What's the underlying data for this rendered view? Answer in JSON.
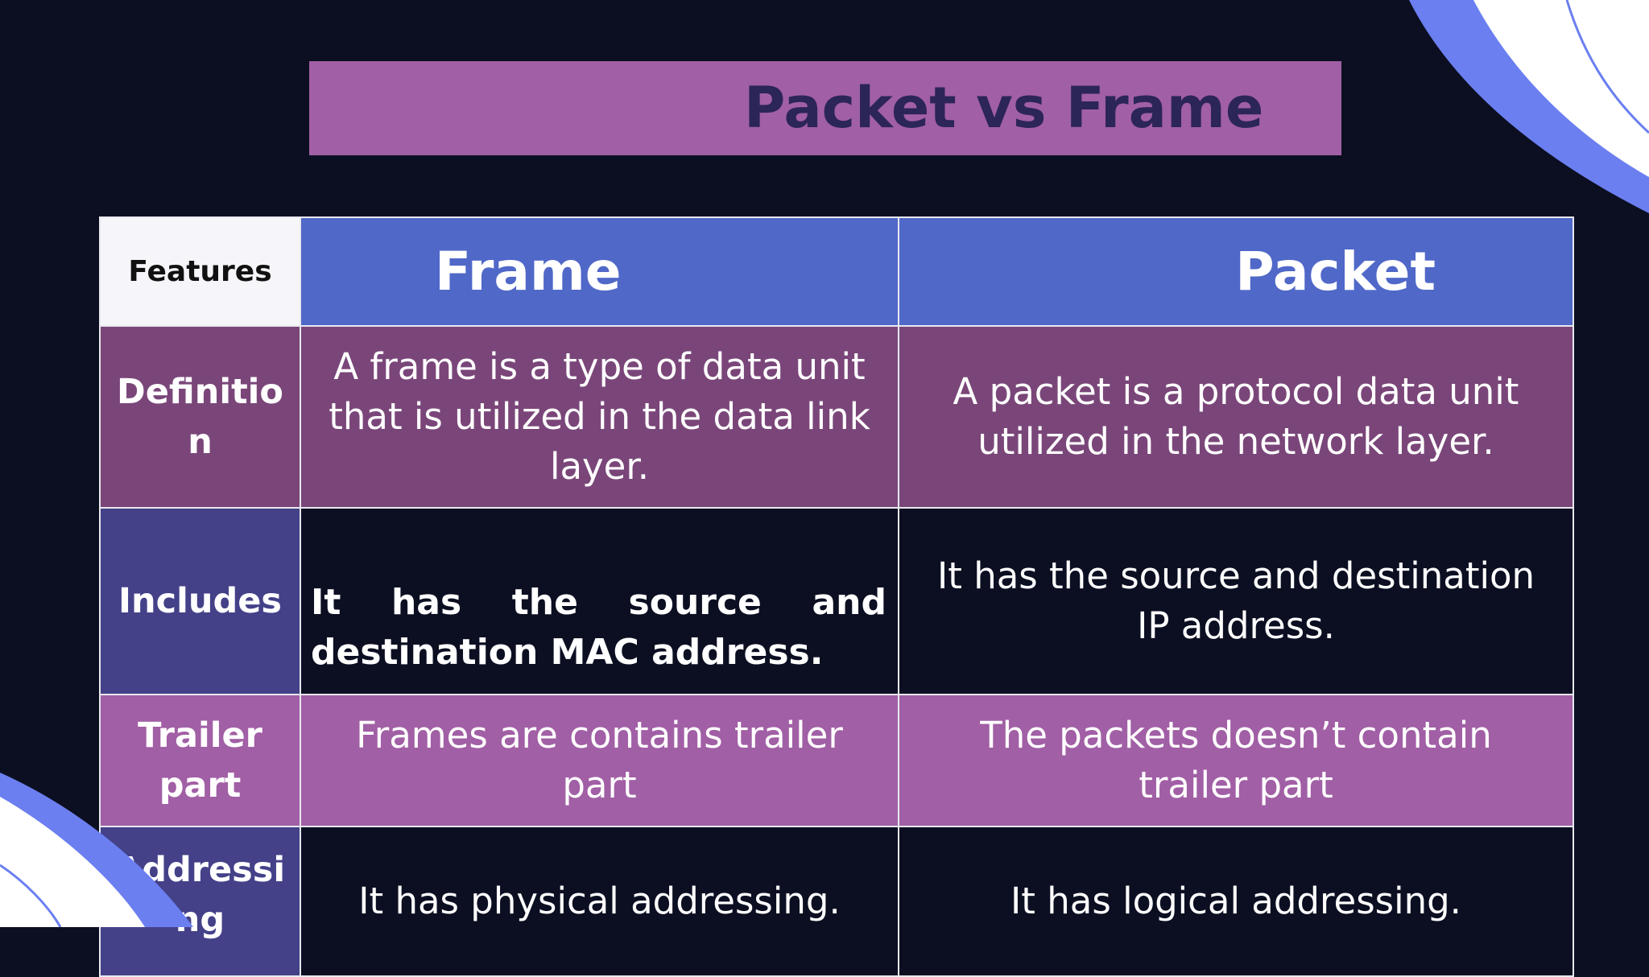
{
  "slide": {
    "title": "Packet vs Frame"
  },
  "table": {
    "header": {
      "features": "Features",
      "col1": "Frame",
      "col2": "Packet"
    },
    "rows": [
      {
        "feature": "Definitio n",
        "frame": "A frame is a type of data unit that is utilized in the data link layer.",
        "packet": "A packet is a protocol data unit utilized in the network layer."
      },
      {
        "feature": "Includes",
        "frame_line1": "It has the source and",
        "frame_line2": "destination MAC address.",
        "packet": "It has the source and destination IP address."
      },
      {
        "feature": "Trailer part",
        "frame": "Frames are contains trailer part",
        "packet": "The packets doesn’t contain trailer part"
      },
      {
        "feature": "Addressi ng",
        "frame": "It has physical addressing.",
        "packet": "It has logical addressing."
      }
    ]
  },
  "colors": {
    "background": "#0c0f22",
    "banner": "#a15fa5",
    "header": "#5068c8",
    "row_definition": "#7a4679",
    "row_trailer": "#a15fa5",
    "feature_indigo": "#444189",
    "decor_blue": "#6b7ff0"
  },
  "decorations": [
    "top-right-wave",
    "bottom-left-wave"
  ]
}
